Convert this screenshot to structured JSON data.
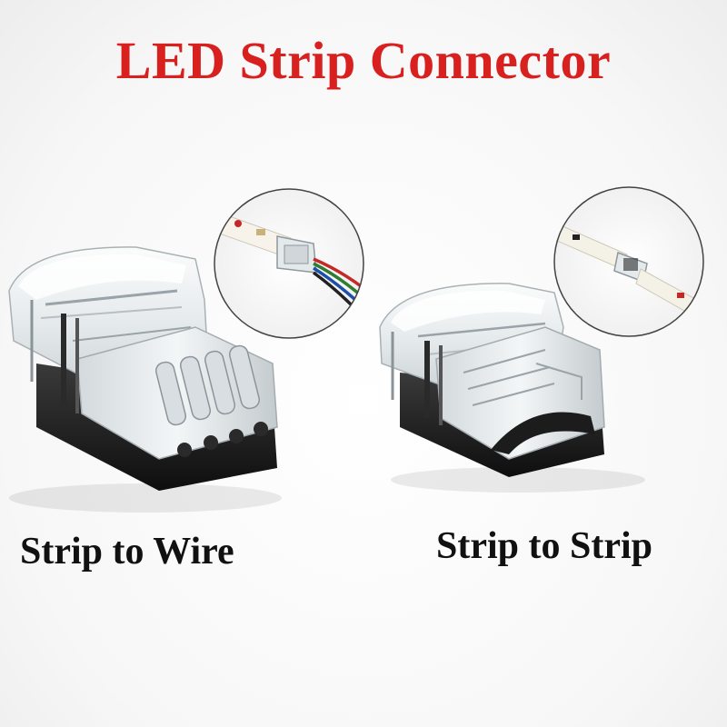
{
  "title": "LED Strip Connector",
  "labels": {
    "left": "Strip to Wire",
    "right": "Strip to Strip"
  },
  "colors": {
    "title": "#d8201f",
    "label": "#111111",
    "plastic_clear": "#e9eef0",
    "plastic_edge": "#9aa3a8",
    "base_black": "#1c1c1c",
    "wire_red": "#c62828",
    "wire_green": "#2e7d32",
    "wire_black": "#222222",
    "strip_white": "#f4f4f4"
  },
  "icons": {
    "left_product": "strip-to-wire-connector-photo",
    "right_product": "strip-to-strip-connector-photo",
    "left_inset": "strip-to-wire-inset-photo",
    "right_inset": "strip-to-strip-inset-photo"
  }
}
